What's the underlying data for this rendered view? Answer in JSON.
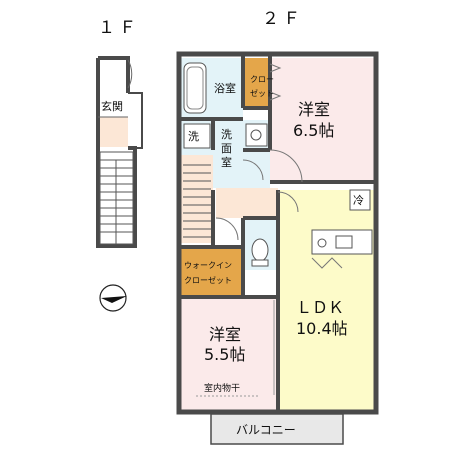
{
  "floor_labels": {
    "first": "１Ｆ",
    "second": "２Ｆ"
  },
  "rooms": {
    "entrance": "玄関",
    "bath": "浴室",
    "closet": "クロー\nゼット",
    "bedroom1_name": "洋室",
    "bedroom1_size": "6.5帖",
    "washer": "洗",
    "washroom": "洗\n面\n室",
    "refrigerator": "冷",
    "walkin_closet": "ウォークイン\nクローゼット",
    "ldk_name": "ＬＤＫ",
    "ldk_size": "10.4帖",
    "bedroom2_name": "洋室",
    "bedroom2_size": "5.5帖",
    "indoor_drying": "室内物干",
    "balcony": "バルコニー"
  },
  "colors": {
    "bedroom": "#fbeaea",
    "ldk": "#fdfbc9",
    "hall": "#fce7d6",
    "wet": "#e3f3f8",
    "closet": "#e4a64a",
    "balcony": "#e8e8e8",
    "wall": "#4a4a4a"
  }
}
